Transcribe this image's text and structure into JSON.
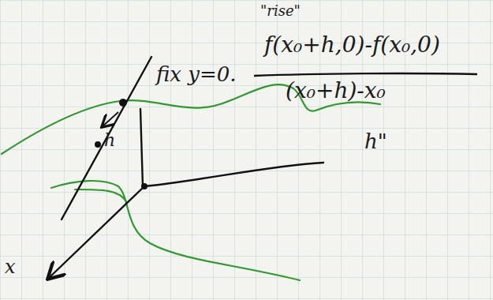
{
  "diagram": {
    "labels": [
      "fix y=0.",
      "\"rise\"",
      "f(x₀+h,0)-f(x₀,0)",
      "(x₀+h)-x₀",
      "h\"",
      "h",
      "x"
    ]
  }
}
